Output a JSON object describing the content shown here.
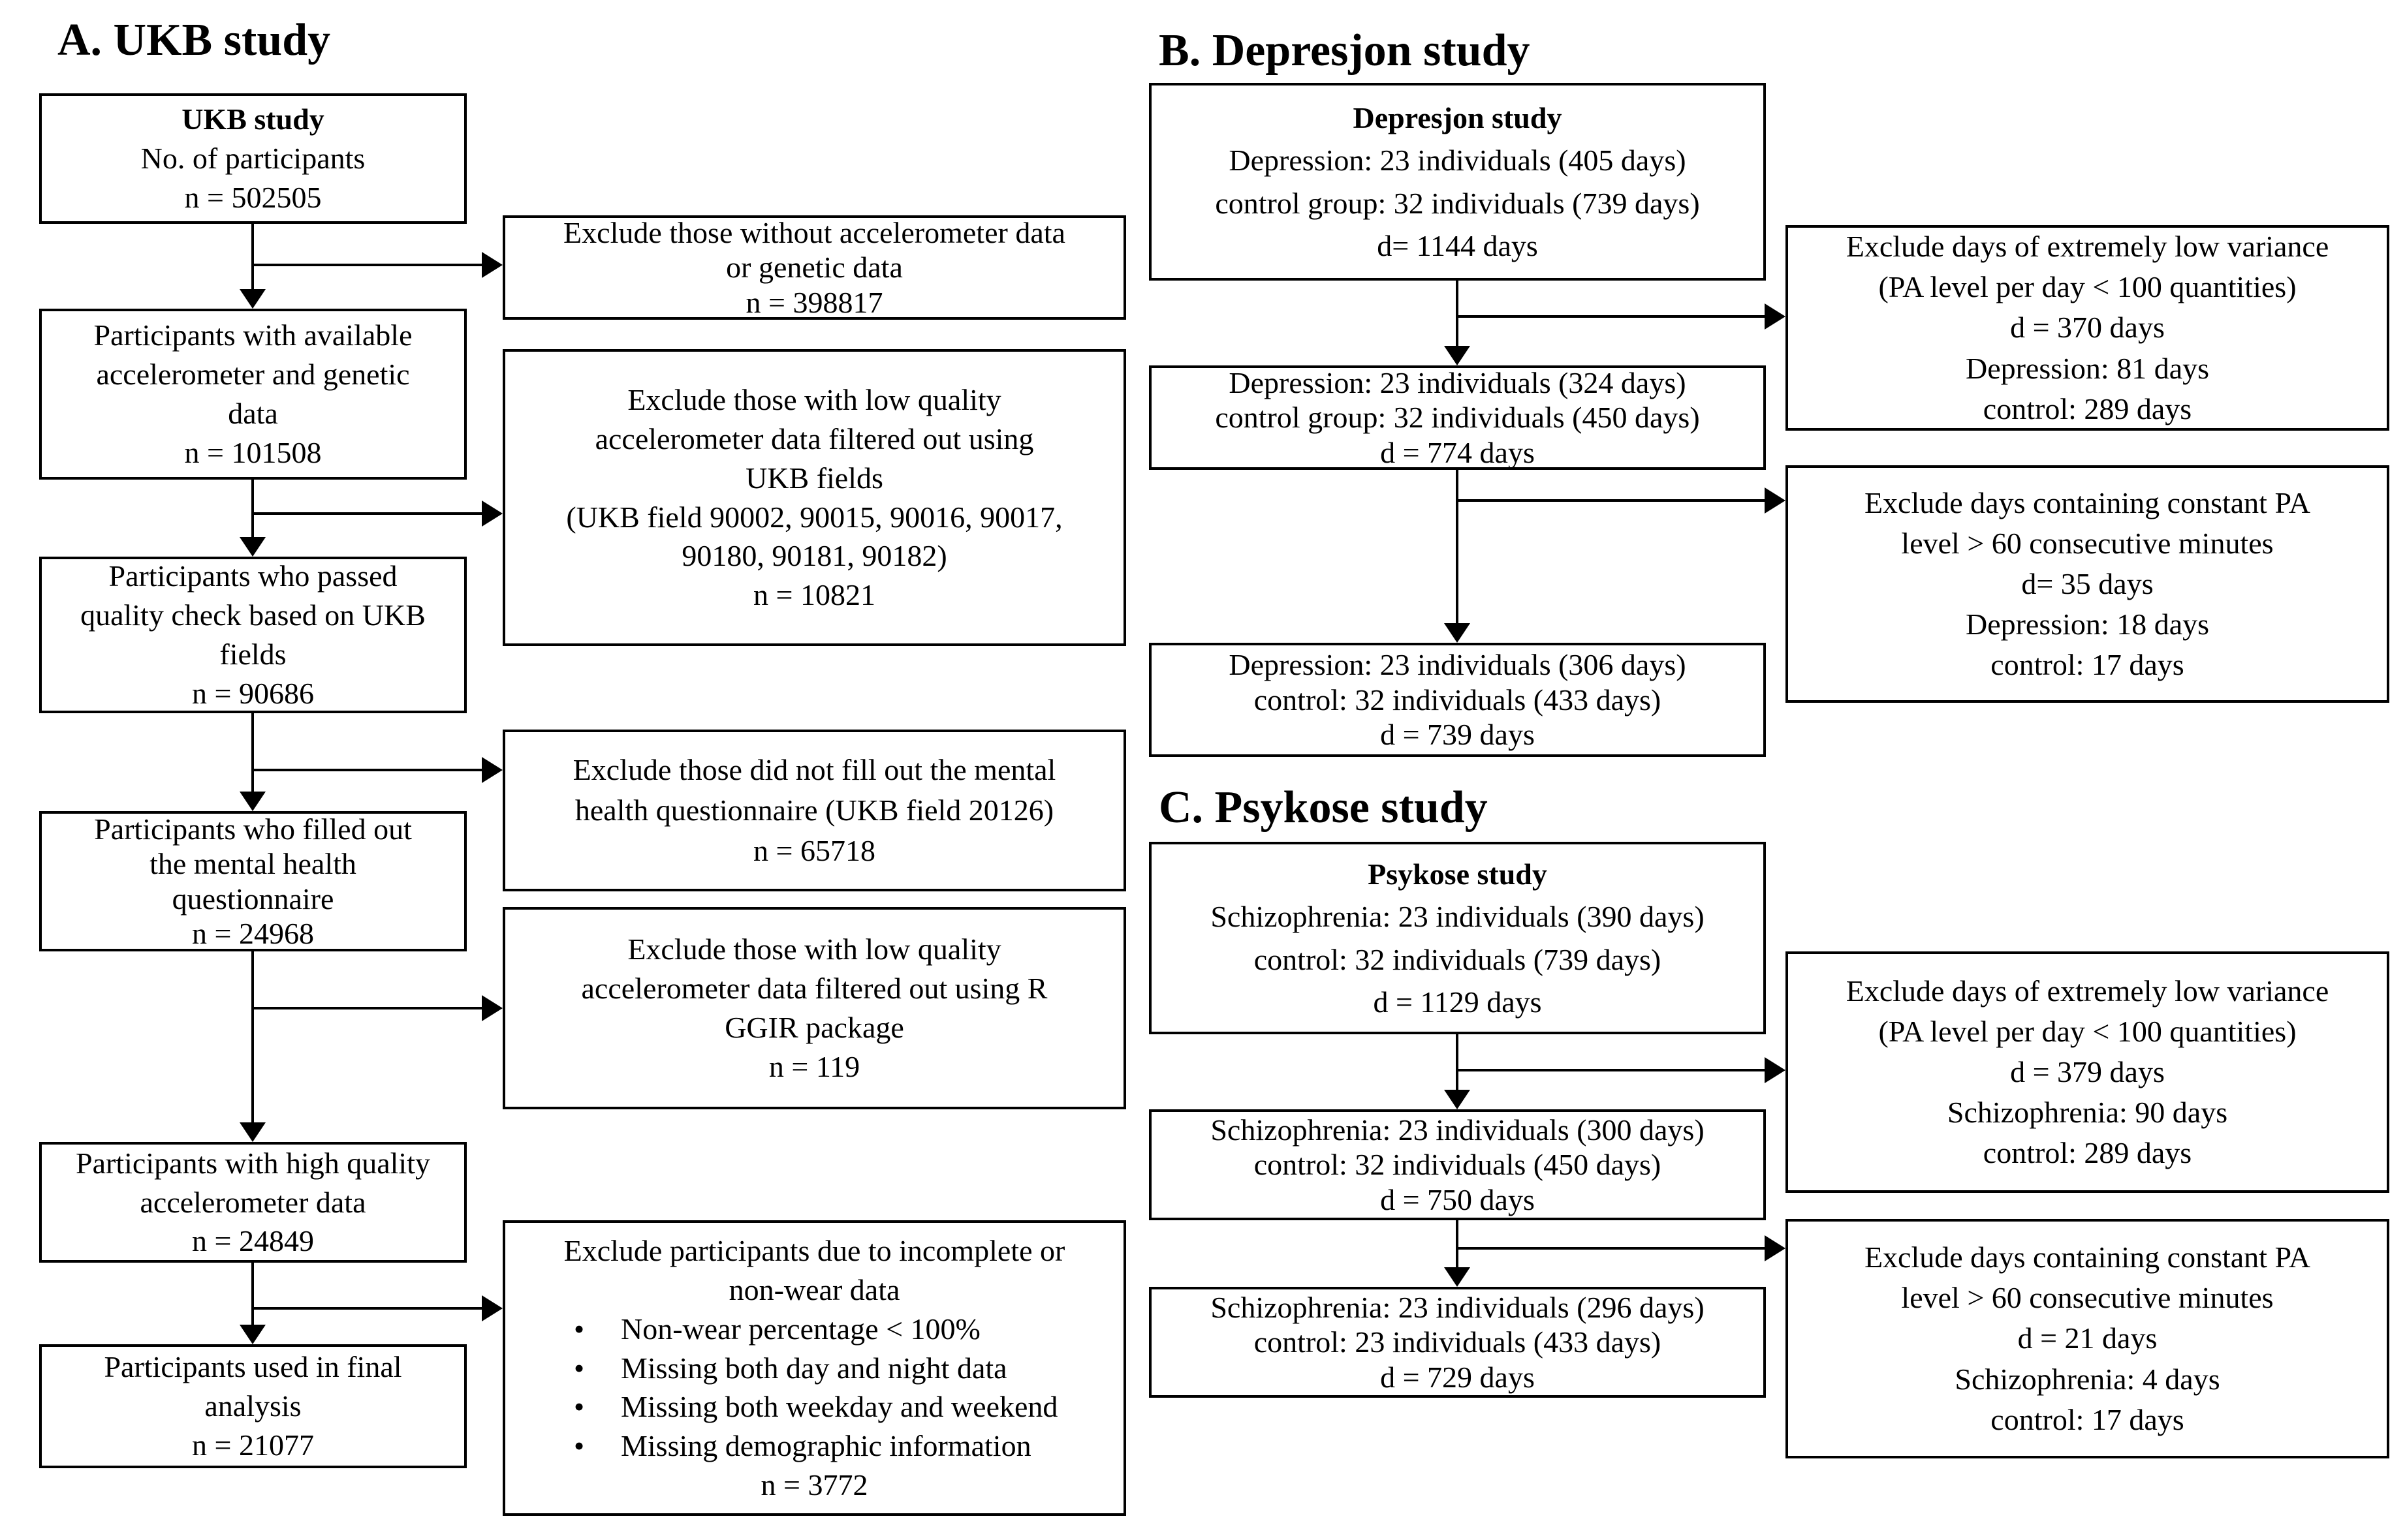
{
  "colors": {
    "line": "#000000",
    "background": "#ffffff",
    "text": "#000000"
  },
  "panels": {
    "a": {
      "heading": "A. UKB study",
      "boxes": [
        {
          "lines": [
            "UKB study",
            "No. of participants",
            "n = 502505"
          ]
        },
        {
          "lines": [
            "Participants with available",
            "accelerometer and genetic",
            "data",
            "n =  101508"
          ]
        },
        {
          "lines": [
            "Participants who passed",
            "quality check based on UKB",
            "fields",
            "n = 90686"
          ]
        },
        {
          "lines": [
            "Participants who filled out",
            "the mental health",
            "questionnaire",
            "n = 24968"
          ]
        },
        {
          "lines": [
            "Participants with high quality",
            "accelerometer data",
            "n = 24849"
          ]
        },
        {
          "lines": [
            "Participants used in final",
            "analysis",
            "n = 21077"
          ]
        }
      ],
      "exclusions": [
        {
          "lines": [
            "Exclude those without accelerometer data",
            "or genetic data",
            "n = 398817"
          ]
        },
        {
          "lines": [
            "Exclude those with low quality",
            "accelerometer data filtered out using",
            "UKB fields",
            "(UKB field 90002, 90015, 90016, 90017,",
            "90180, 90181, 90182)",
            "n = 10821"
          ]
        },
        {
          "lines": [
            "Exclude those did not fill out the mental",
            "health questionnaire (UKB field 20126)",
            "n = 65718"
          ]
        },
        {
          "lines": [
            "Exclude those with low quality",
            "accelerometer data filtered out using R",
            "GGIR package",
            "n = 119"
          ]
        },
        {
          "title_lines": [
            "Exclude participants due to incomplete or",
            "non-wear data"
          ],
          "bullets": [
            "Non-wear percentage < 100%",
            "Missing both day and night data",
            "Missing both weekday and weekend",
            "Missing demographic information"
          ],
          "n": "n = 3772"
        }
      ]
    },
    "b": {
      "heading": "B. Depresjon study",
      "boxes": [
        {
          "lines": [
            "Depresjon study",
            "Depression: 23 individuals (405 days)",
            "control group: 32 individuals (739 days)",
            "d= 1144 days"
          ]
        },
        {
          "lines": [
            "Depression: 23 individuals (324 days)",
            "control group: 32 individuals (450 days)",
            "d = 774 days"
          ]
        },
        {
          "lines": [
            "Depression: 23 individuals (306 days)",
            "control: 32 individuals (433 days)",
            "d = 739 days"
          ]
        }
      ],
      "exclusions": [
        {
          "lines": [
            "Exclude days of extremely low variance",
            "(PA level per day < 100 quantities)",
            "d = 370 days",
            "Depression: 81 days",
            "control: 289 days"
          ]
        },
        {
          "lines": [
            "Exclude days containing constant PA",
            "level > 60 consecutive minutes",
            "d=  35 days",
            "Depression: 18 days",
            "control: 17 days"
          ]
        }
      ]
    },
    "c": {
      "heading": "C. Psykose study",
      "boxes": [
        {
          "lines": [
            "Psykose study",
            "Schizophrenia: 23 individuals (390 days)",
            "control: 32 individuals (739 days)",
            "d = 1129 days"
          ]
        },
        {
          "lines": [
            "Schizophrenia: 23 individuals (300 days)",
            "control: 32 individuals (450 days)",
            "d = 750 days"
          ]
        },
        {
          "lines": [
            "Schizophrenia: 23 individuals (296 days)",
            "control: 23 individuals (433 days)",
            "d = 729 days"
          ]
        }
      ],
      "exclusions": [
        {
          "lines": [
            "Exclude days of extremely low variance",
            "(PA level per day < 100 quantities)",
            "d = 379 days",
            "Schizophrenia: 90 days",
            "control: 289 days"
          ]
        },
        {
          "lines": [
            "Exclude days containing constant PA",
            "level > 60 consecutive minutes",
            "d = 21 days",
            "Schizophrenia: 4 days",
            "control: 17 days"
          ]
        }
      ]
    }
  }
}
